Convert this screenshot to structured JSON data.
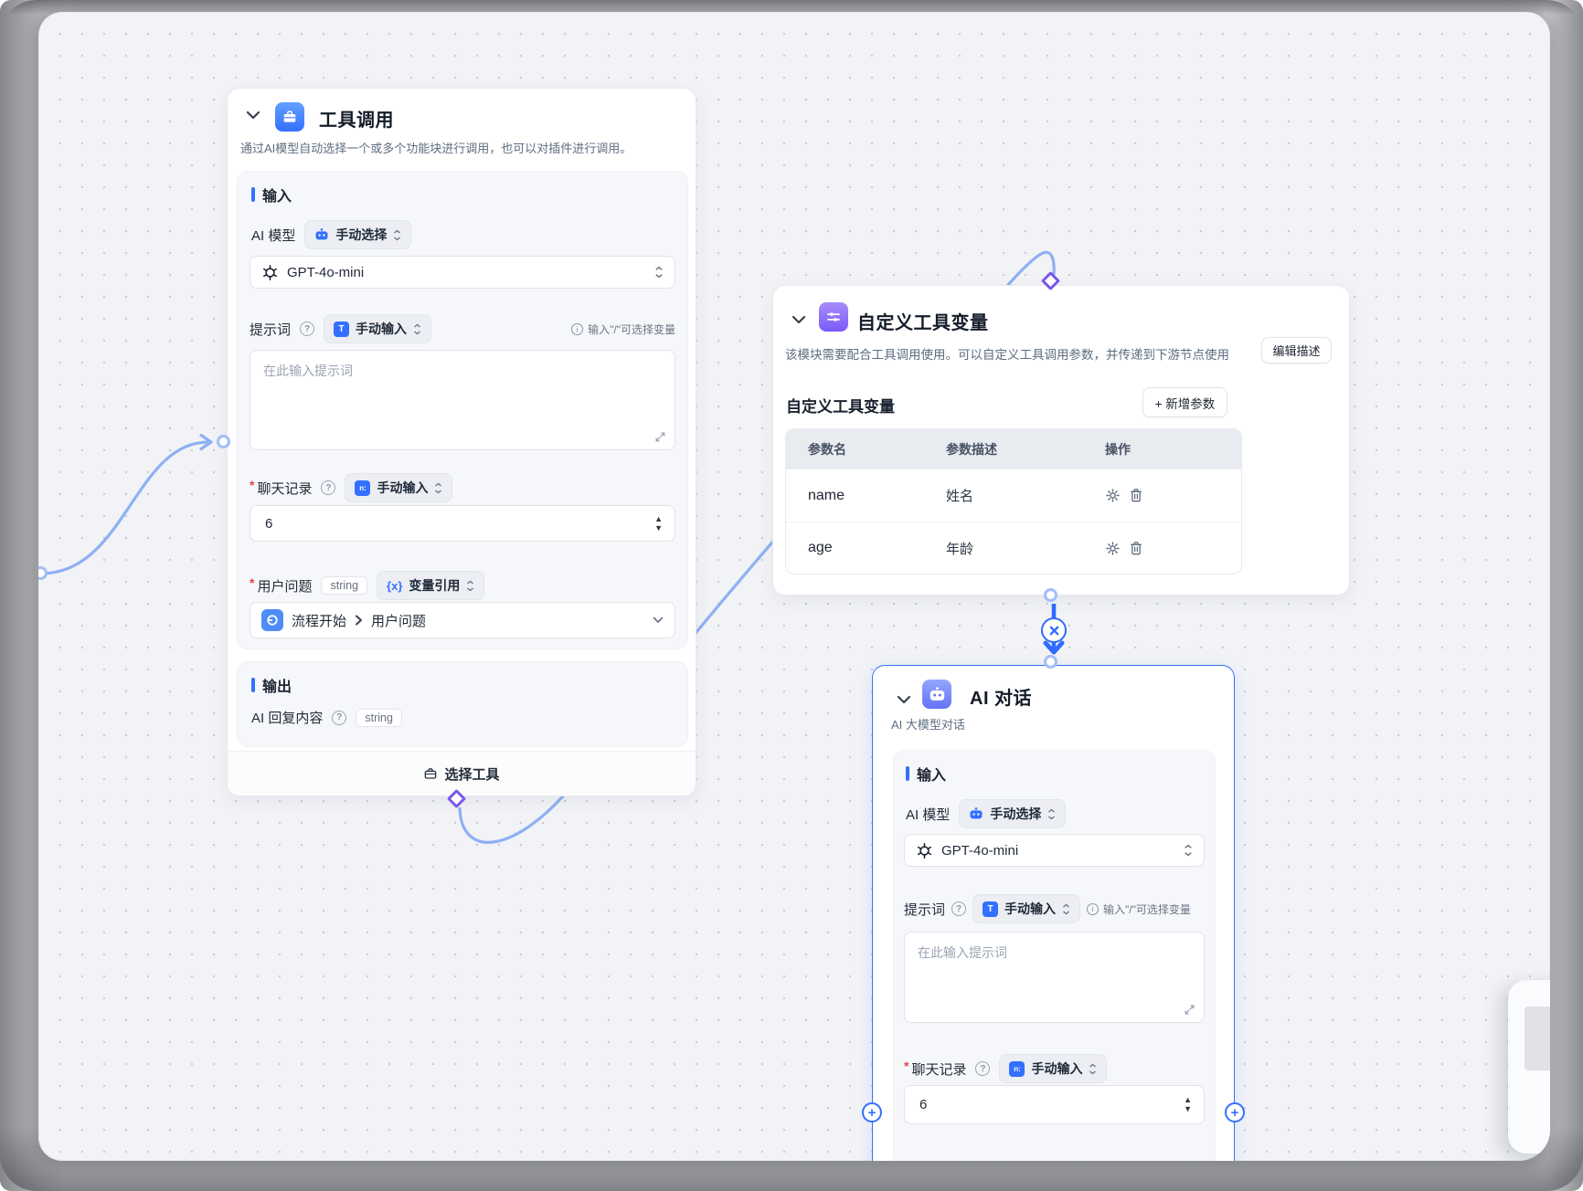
{
  "colors": {
    "accent": "#3370ff",
    "purple": "#7a5af8",
    "edge": "#8fb0f4"
  },
  "shared": {
    "required_marker": "*",
    "help_glyph": "?",
    "info_glyph": "i",
    "plus_glyph": "+"
  },
  "tool_call": {
    "title": "工具调用",
    "description": "通过AI模型自动选择一个或多个功能块进行调用，也可以对插件进行调用。",
    "input_heading": "输入",
    "model_label": "AI 模型",
    "model_pill": "手动选择",
    "model_value": "GPT-4o-mini",
    "prompt_label": "提示词",
    "prompt_pill": "手动输入",
    "prompt_icon_letter": "T",
    "prompt_hint": "输入\"/\"可选择变量",
    "prompt_placeholder": "在此输入提示词",
    "history_label": "聊天记录",
    "history_pill": "手动输入",
    "history_icon_letter": "n:",
    "history_value": "6",
    "question_label": "用户问题",
    "question_type": "string",
    "question_pill": "变量引用",
    "question_icon_letter": "{x}",
    "flow_ref_source": "流程开始",
    "flow_ref_field": "用户问题",
    "output_heading": "输出",
    "output_label": "AI 回复内容",
    "output_type": "string",
    "footer_button": "选择工具"
  },
  "custom_vars": {
    "title": "自定义工具变量",
    "description": "该模块需要配合工具调用使用。可以自定义工具调用参数，并传递到下游节点使用",
    "edit_desc_button": "编辑描述",
    "section_title": "自定义工具变量",
    "add_param_button": "+ 新增参数",
    "table": {
      "headers": [
        "参数名",
        "参数描述",
        "操作"
      ],
      "rows": [
        {
          "name": "name",
          "desc": "姓名"
        },
        {
          "name": "age",
          "desc": "年龄"
        }
      ]
    }
  },
  "ai_chat": {
    "title": "AI 对话",
    "subtitle": "AI 大模型对话",
    "input_heading": "输入",
    "model_label": "AI 模型",
    "model_pill": "手动选择",
    "model_value": "GPT-4o-mini",
    "prompt_label": "提示词",
    "prompt_pill": "手动输入",
    "prompt_icon_letter": "T",
    "prompt_hint": "输入\"/\"可选择变量",
    "prompt_placeholder": "在此输入提示词",
    "history_label": "聊天记录",
    "history_pill": "手动输入",
    "history_icon_letter": "n:",
    "history_value": "6"
  }
}
